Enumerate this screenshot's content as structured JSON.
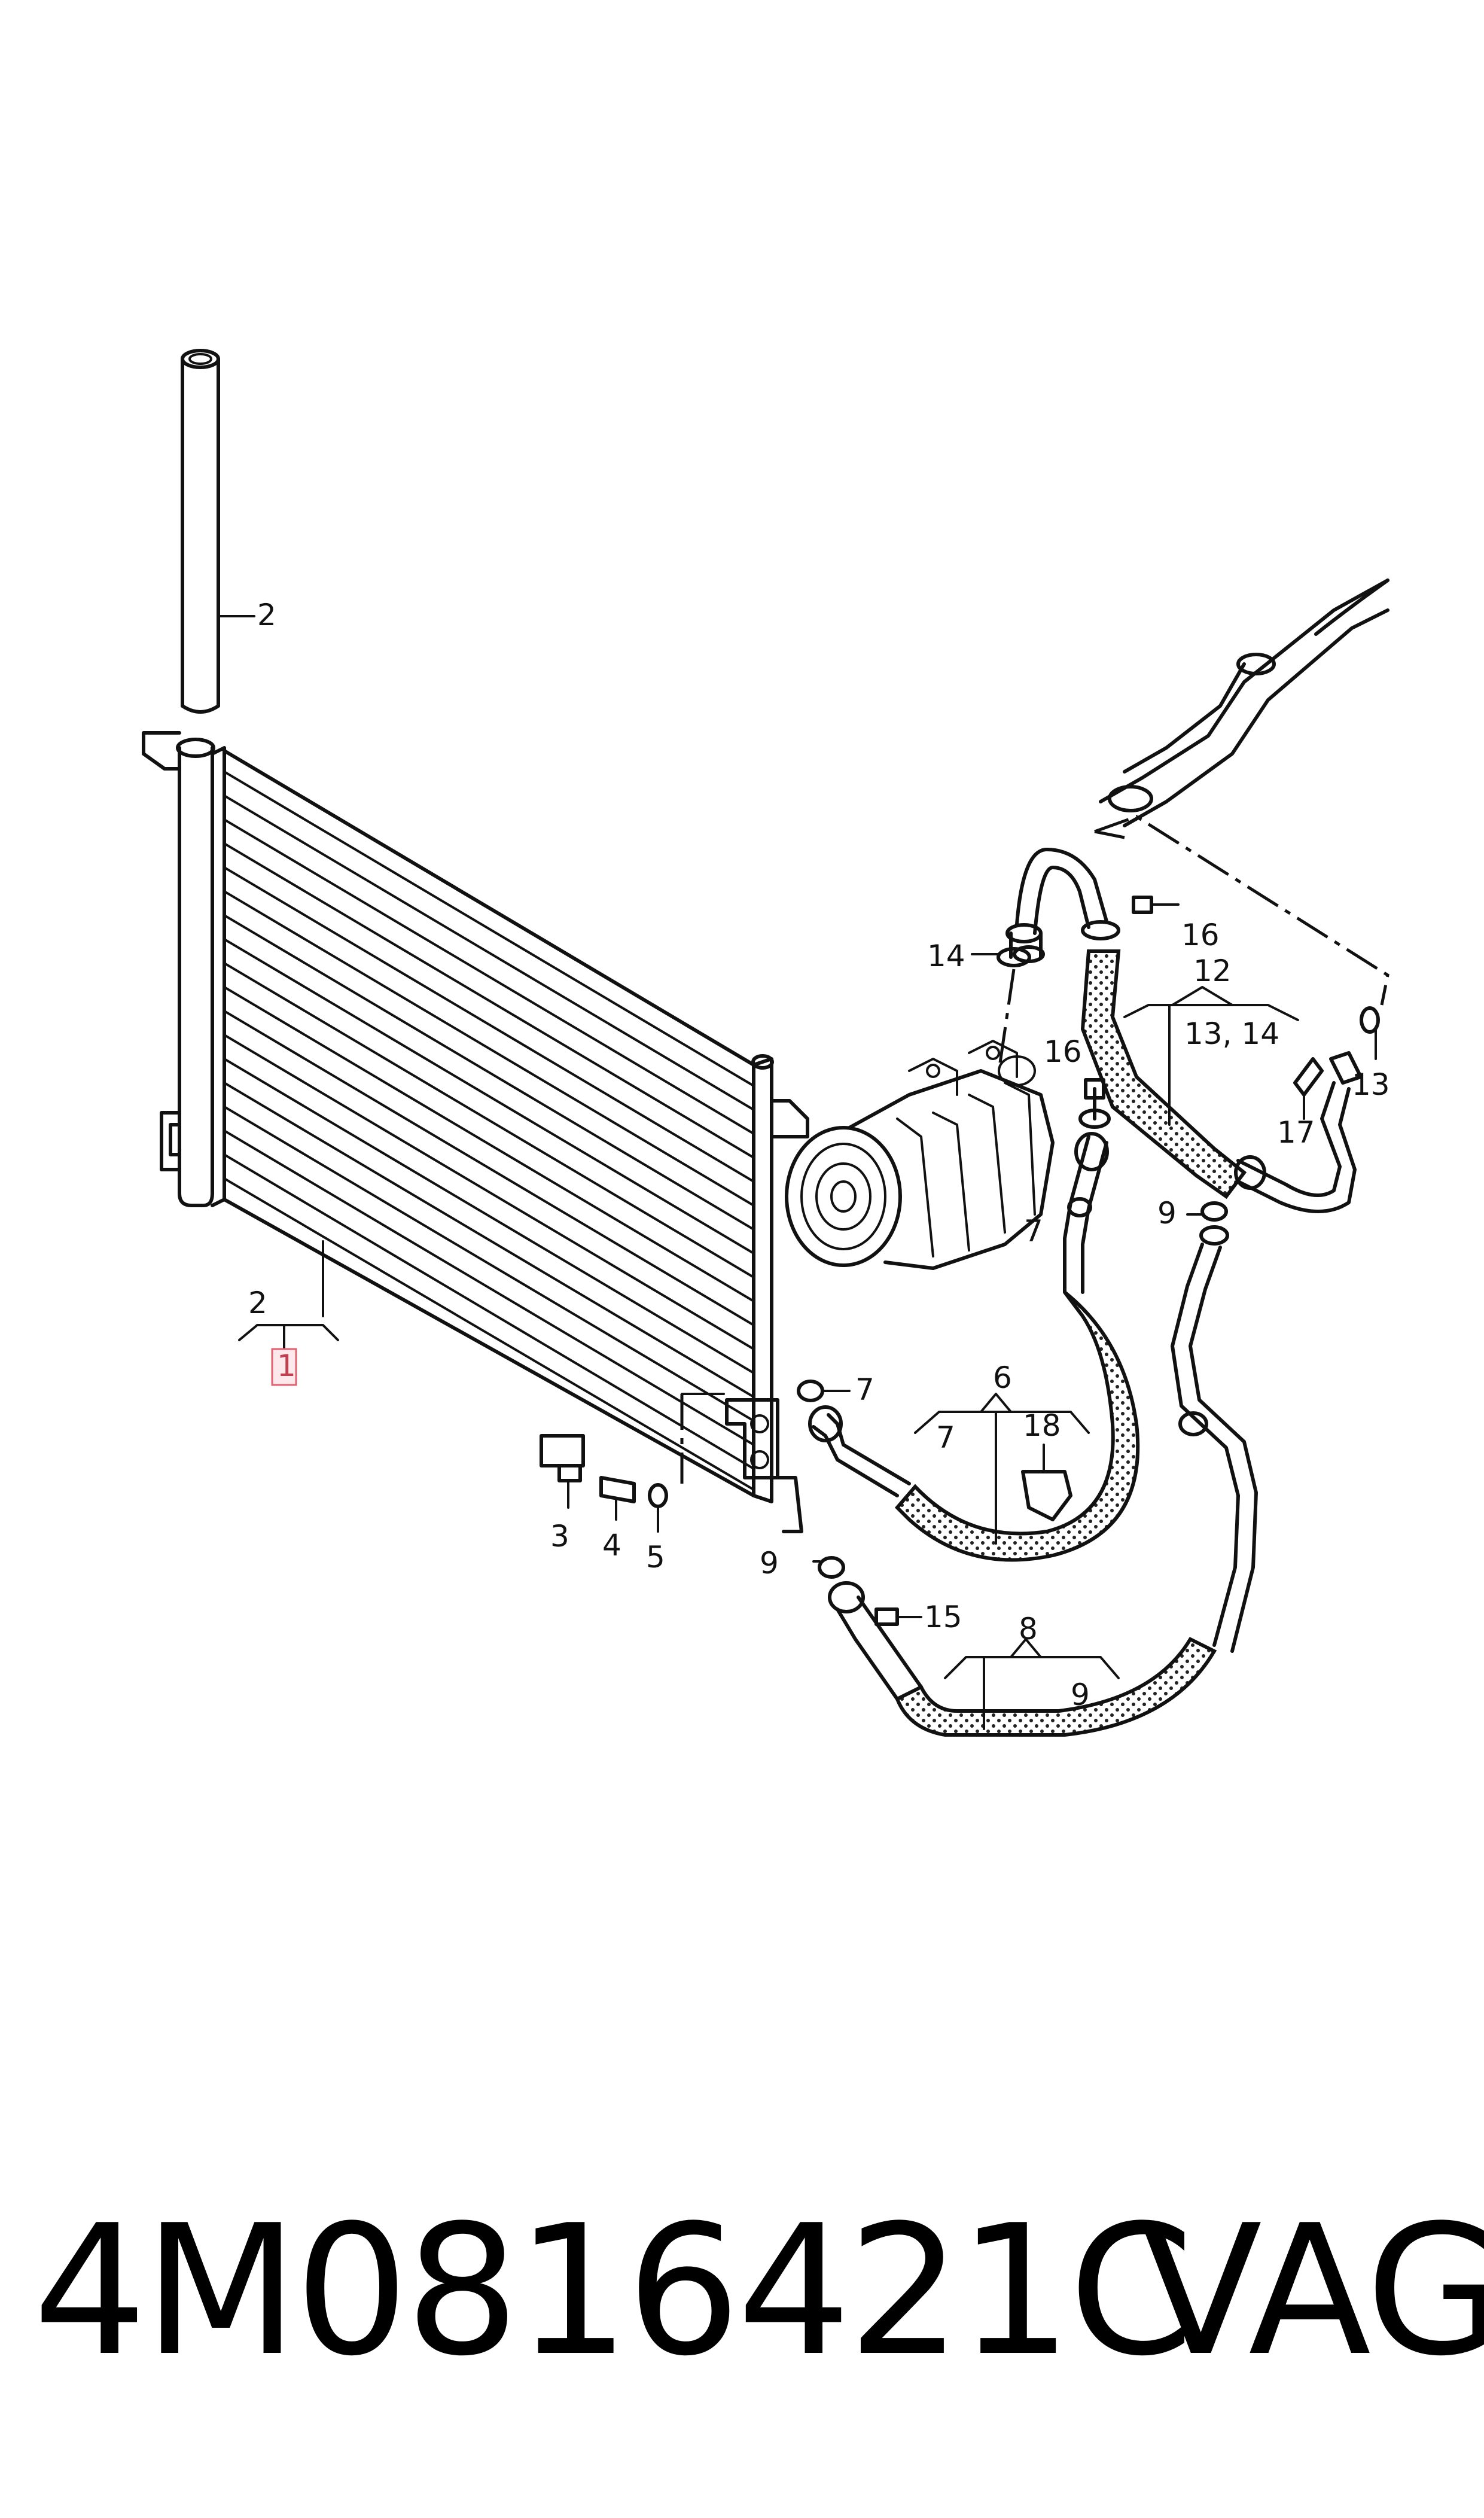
{
  "diagram": {
    "callouts": {
      "c1": "1",
      "c2_top": "2",
      "c2_bracket": "2",
      "c3": "3",
      "c4": "4",
      "c5": "5",
      "c6": "6",
      "c7_a": "7",
      "c7_b": "7",
      "c7_c": "7",
      "c8": "8",
      "c9_a": "9",
      "c9_b": "9",
      "c9_c": "9",
      "c12": "12",
      "c13": "13",
      "c13_14": "13, 14",
      "c14": "14",
      "c15": "15",
      "c16_a": "16",
      "c16_b": "16",
      "c17": "17",
      "c18": "18"
    },
    "highlight_color": "#e06070"
  },
  "footer": {
    "part_number": "4M0816421C",
    "brand": "VAG"
  }
}
